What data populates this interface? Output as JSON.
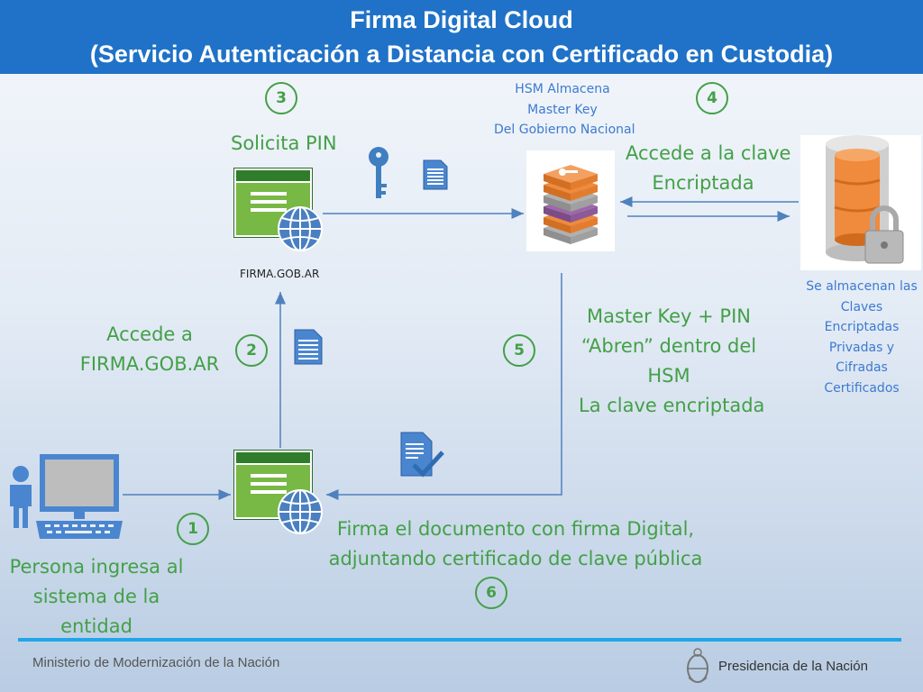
{
  "header": {
    "title_line1": "Firma Digital Cloud",
    "title_line2": "(Servicio Autenticación a Distancia con Certificado en Custodia)"
  },
  "steps": {
    "s1": "1",
    "s2": "2",
    "s3": "3",
    "s4": "4",
    "s5": "5",
    "s6": "6"
  },
  "labels": {
    "solicita_pin": "Solicita PIN",
    "firma_url": "FIRMA.GOB.AR",
    "hsm_l1": "HSM Almacena",
    "hsm_l2": "Master Key",
    "hsm_l3": "Del Gobierno Nacional",
    "accede_clave_l1": "Accede a la clave",
    "accede_clave_l2": "Encriptada",
    "store_l1": "Se almacenan las",
    "store_l2": "Claves",
    "store_l3": "Encriptadas",
    "store_l4": "Privadas y",
    "store_l5": "Cifradas",
    "store_l6": "Certificados",
    "accede_l1": "Accede a",
    "accede_l2": "FIRMA.GOB.AR",
    "master_l1": "Master Key + PIN",
    "master_l2": "“Abren” dentro del",
    "master_l3": "HSM",
    "master_l4": "La clave encriptada",
    "firma_doc_l1": "Firma el documento con firma Digital,",
    "firma_doc_l2": "adjuntando certificado de clave pública",
    "persona_l1": "Persona ingresa al",
    "persona_l2": "sistema de la",
    "persona_l3": "entidad"
  },
  "icons": [
    "key-icon",
    "document-icon",
    "server-icon",
    "database-icon",
    "padlock-icon",
    "globe-icon",
    "computer-icon",
    "person-icon",
    "signed-document-icon",
    "coat-of-arms-icon"
  ],
  "footer": {
    "left": "Ministerio de Modernización de la Nación",
    "right": "Presidencia de la Nación"
  },
  "colors": {
    "header": "#1f72c7",
    "green_text": "#43a047",
    "blue_text": "#3d7ad0",
    "footer_line": "#1ea7e8"
  }
}
